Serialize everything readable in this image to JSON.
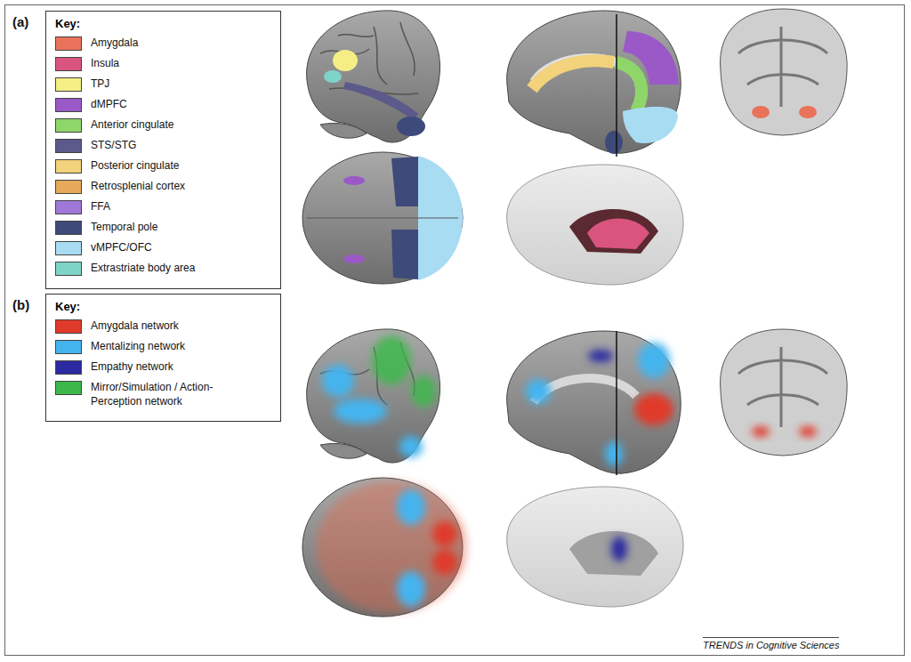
{
  "diagram": {
    "labels": [
      "(a)",
      "Key:",
      "(b)",
      "Key:",
      "TRENDS in Cognitive Sciences"
    ],
    "legend": [
      {
        "text": "Amygdala",
        "color": "#e8735a"
      },
      {
        "text": "Insula",
        "color": "#d9547e"
      },
      {
        "text": "TPJ",
        "color": "#f5ee84"
      },
      {
        "text": "dMPFC",
        "color": "#9b59c8"
      },
      {
        "text": "Anterior cingulate",
        "color": "#8ed66a"
      },
      {
        "text": "STS/STG",
        "color": "#5c5a8a"
      },
      {
        "text": "Posterior cingulate",
        "color": "#f2d27a"
      },
      {
        "text": "Retrosplenial cortex",
        "color": "#e6a85a"
      },
      {
        "text": "FFA",
        "color": "#a078d8"
      },
      {
        "text": "Temporal pole",
        "color": "#3e4a7a"
      },
      {
        "text": "vMPFC/OFC",
        "color": "#a8dcf2"
      },
      {
        "text": "Extrastriate body area",
        "color": "#7fd4c8"
      },
      {
        "text": "Amygdala network",
        "color": "#e03a2a"
      },
      {
        "text": "Mentalizing network",
        "color": "#44b4ee"
      },
      {
        "text": "Empathy network",
        "color": "#2c2aa0"
      },
      {
        "text": "Mirror/Simulation / Action-Perception network",
        "color": "#3cb84a"
      }
    ]
  }
}
